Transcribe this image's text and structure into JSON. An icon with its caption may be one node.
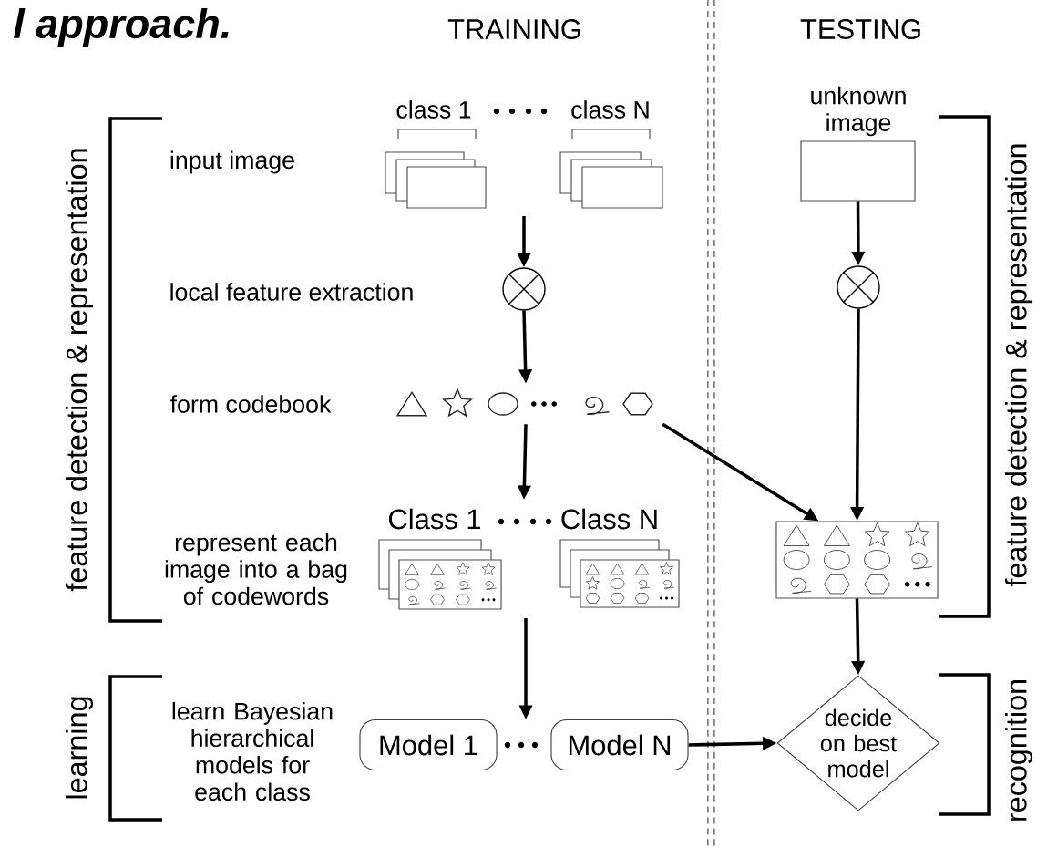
{
  "diagram": {
    "title": "l approach.",
    "nodes": [
      {
        "text": [
          "class 1"
        ]
      },
      {
        "text": [
          "class N"
        ]
      },
      {
        "text": [
          "unknown image"
        ]
      },
      {
        "text": [],
        "shape": "circle"
      },
      {
        "text": [],
        "shape": "circle"
      },
      {
        "text": [],
        "shape": "picture"
      },
      {
        "text": [
          "Class 1"
        ]
      },
      {
        "text": [
          "Class N"
        ]
      },
      {
        "text": [],
        "shape": "box"
      },
      {
        "text": [
          "Model 1"
        ]
      },
      {
        "text": [
          "Model N"
        ]
      },
      {
        "text": [
          "decide on best model"
        ]
      }
    ],
    "edges": [
      {
        "from": null,
        "to": 3,
        "arrow": "to"
      },
      {
        "from": 3,
        "to": 5,
        "arrow": "to"
      },
      {
        "from": 5,
        "to": null,
        "arrow": "to"
      },
      {
        "from": 5,
        "to": 8,
        "arrow": "to"
      },
      {
        "from": 2,
        "to": 4,
        "arrow": "to"
      },
      {
        "from": 4,
        "to": 8,
        "arrow": "to"
      },
      {
        "from": 8,
        "to": 11,
        "arrow": "to"
      },
      {
        "from": 10,
        "to": 11,
        "arrow": "to"
      }
    ],
    "labels": [
      "TRAINING",
      "TESTING",
      "feature detection & representation",
      "input image",
      "local feature extraction",
      "form codebook",
      "represent each image into a bag of codewords",
      "learning",
      "learn Bayesian hierarchical models for each class",
      "feature detection & representation",
      "recognition"
    ]
  }
}
